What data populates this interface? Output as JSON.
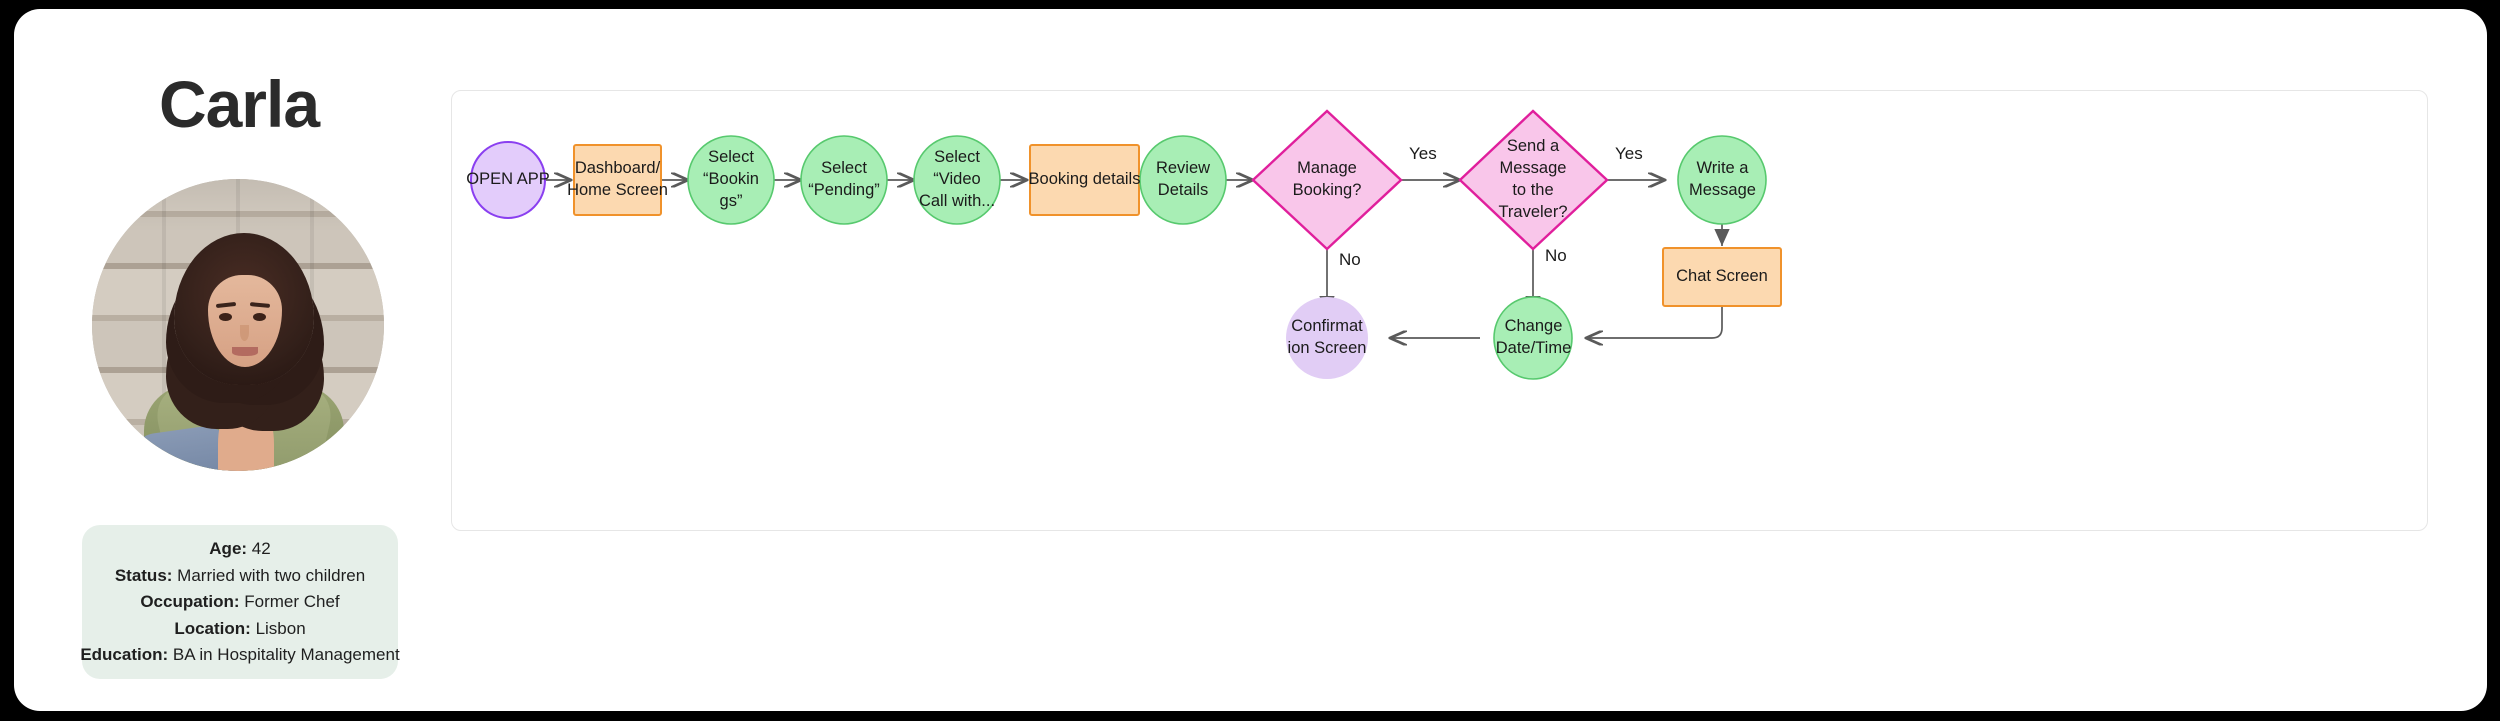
{
  "persona": {
    "name": "Carla",
    "avatar_alt": "portrait-of-woman-with-curly-hair-against-stone-wall",
    "info": [
      {
        "label": "Age:",
        "value": "42"
      },
      {
        "label": "Status:",
        "value": "Married with two children"
      },
      {
        "label": "Occupation:",
        "value": "Former Chef"
      },
      {
        "label": "Location:",
        "value": "Lisbon"
      },
      {
        "label": "Education:",
        "value": "BA in Hospitality Management"
      }
    ]
  },
  "flowchart": {
    "type": "flowchart",
    "colors": {
      "purple_fill": "#e3ccfb",
      "purple_stroke": "#8a3ff0",
      "purple_plain_fill": "#e1cdf5",
      "green_fill": "#a8eeb5",
      "green_stroke": "#57c96e",
      "orange_fill": "#fcd9b0",
      "orange_stroke": "#f0922b",
      "pink_fill": "#f9c6ea",
      "pink_stroke": "#e01f9c",
      "edge": "#5a5a5a",
      "panel_border": "#e6e6e6"
    },
    "nodes": [
      {
        "id": "open-app",
        "shape": "ellipse",
        "style": "purple",
        "lines": [
          "OPEN APP"
        ]
      },
      {
        "id": "dashboard",
        "shape": "rect",
        "style": "orange",
        "lines": [
          "Dashboard/",
          "Home Screen"
        ]
      },
      {
        "id": "select-bookings",
        "shape": "ellipse",
        "style": "green",
        "lines": [
          "Select",
          "“Bookin",
          "gs”"
        ]
      },
      {
        "id": "select-pending",
        "shape": "ellipse",
        "style": "green",
        "lines": [
          "Select",
          "“Pending”"
        ]
      },
      {
        "id": "select-video",
        "shape": "ellipse",
        "style": "green",
        "lines": [
          "Select",
          "“Video",
          "Call with..."
        ]
      },
      {
        "id": "booking-details",
        "shape": "rect",
        "style": "orange",
        "lines": [
          "Booking details"
        ]
      },
      {
        "id": "review-details",
        "shape": "ellipse",
        "style": "green",
        "lines": [
          "Review",
          "Details"
        ]
      },
      {
        "id": "manage-booking",
        "shape": "diamond",
        "style": "pink",
        "lines": [
          "Manage",
          "Booking?"
        ]
      },
      {
        "id": "send-message",
        "shape": "diamond",
        "style": "pink",
        "lines": [
          "Send a",
          "Message",
          "to the",
          "Traveler?"
        ]
      },
      {
        "id": "write-message",
        "shape": "ellipse",
        "style": "green",
        "lines": [
          "Write a",
          "Message"
        ]
      },
      {
        "id": "chat-screen",
        "shape": "rect",
        "style": "orange",
        "lines": [
          "Chat Screen"
        ]
      },
      {
        "id": "change-datetime",
        "shape": "ellipse",
        "style": "green",
        "lines": [
          "Change",
          "Date/Time"
        ]
      },
      {
        "id": "confirmation",
        "shape": "ellipse",
        "style": "purple-plain",
        "lines": [
          "Confirmat",
          "ion Screen"
        ]
      }
    ],
    "edges": [
      {
        "from": "open-app",
        "to": "dashboard",
        "label": ""
      },
      {
        "from": "dashboard",
        "to": "select-bookings",
        "label": ""
      },
      {
        "from": "select-bookings",
        "to": "select-pending",
        "label": ""
      },
      {
        "from": "select-pending",
        "to": "select-video",
        "label": ""
      },
      {
        "from": "select-video",
        "to": "booking-details",
        "label": ""
      },
      {
        "from": "booking-details",
        "to": "review-details",
        "label": ""
      },
      {
        "from": "review-details",
        "to": "manage-booking",
        "label": ""
      },
      {
        "from": "manage-booking",
        "to": "send-message",
        "label": "Yes"
      },
      {
        "from": "manage-booking",
        "to": "confirmation",
        "label": "No"
      },
      {
        "from": "send-message",
        "to": "write-message",
        "label": "Yes"
      },
      {
        "from": "send-message",
        "to": "change-datetime",
        "label": "No"
      },
      {
        "from": "write-message",
        "to": "chat-screen",
        "label": ""
      },
      {
        "from": "chat-screen",
        "to": "change-datetime",
        "label": ""
      },
      {
        "from": "change-datetime",
        "to": "confirmation",
        "label": ""
      }
    ],
    "edge_labels": {
      "manage_yes": "Yes",
      "manage_no": "No",
      "message_yes": "Yes",
      "message_no": "No"
    }
  }
}
